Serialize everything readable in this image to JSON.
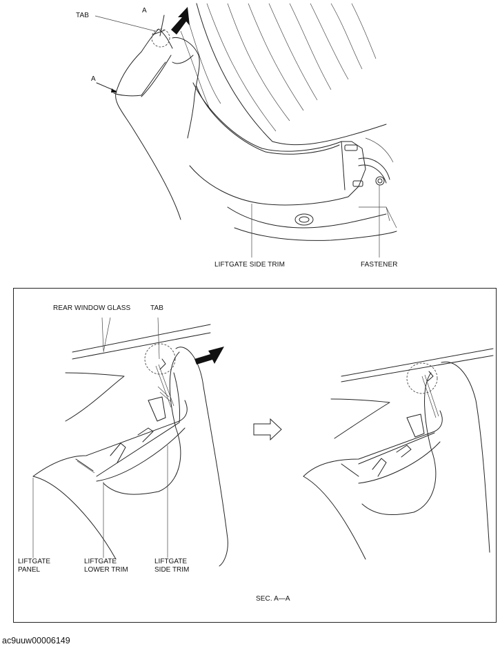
{
  "top_figure": {
    "labels": {
      "tab": "TAB",
      "section_mark_a1": "A",
      "section_mark_a2": "A",
      "liftgate_side_trim": "LIFTGATE SIDE TRIM",
      "fastener": "FASTENER"
    }
  },
  "section_figure": {
    "labels": {
      "rear_window_glass": "REAR WINDOW GLASS",
      "tab": "TAB",
      "liftgate_panel": [
        "LIFTGATE",
        "PANEL"
      ],
      "liftgate_lower_trim": [
        "LIFTGATE",
        "LOWER TRIM"
      ],
      "liftgate_side_trim": [
        "LIFTGATE",
        "SIDE TRIM"
      ],
      "section_caption": "SEC. A—A"
    }
  },
  "figure_code": "ac9uuw00006149",
  "icons": [
    "push-arrow-icon",
    "transition-arrow-icon"
  ]
}
